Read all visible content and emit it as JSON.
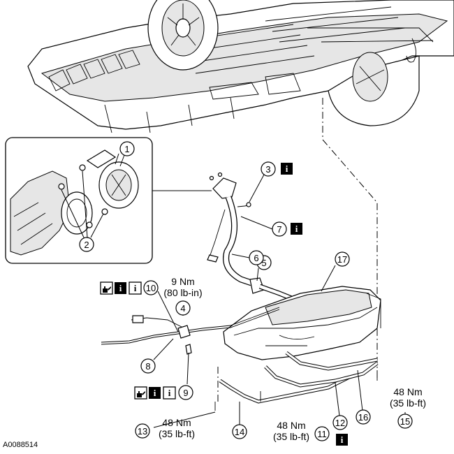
{
  "callouts": {
    "c1": "1",
    "c2": "2",
    "c3": "3",
    "c4": "4",
    "c5": "5",
    "c6": "6",
    "c7": "7",
    "c8": "8",
    "c9": "9",
    "c10": "10",
    "c11": "11",
    "c12": "12",
    "c13": "13",
    "c14": "14",
    "c15": "15",
    "c16": "16",
    "c17": "17"
  },
  "torque": {
    "t4_line1": "9 Nm",
    "t4_line2": "(80 lb-in)",
    "t11_line1": "48 Nm",
    "t11_line2": "(35 lb-ft)",
    "t13_line1": "48 Nm",
    "t13_line2": "(35 lb-ft)",
    "t15_line1": "48 Nm",
    "t15_line2": "(35 lb-ft)"
  },
  "info_glyph": "i",
  "icons": [
    "info-icon",
    "lubricant-can-icon"
  ],
  "figure_ref": "A0088514"
}
